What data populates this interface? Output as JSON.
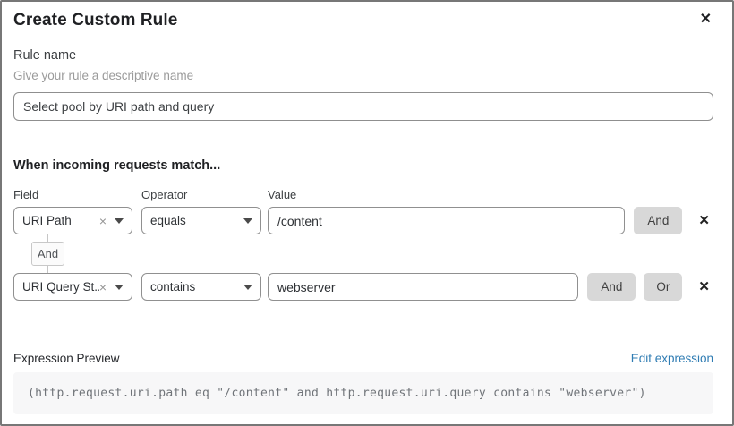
{
  "dialog": {
    "title": "Create Custom Rule"
  },
  "icons": {
    "close": "✕",
    "remove": "✕",
    "clear": "×"
  },
  "rule_name": {
    "label": "Rule name",
    "hint": "Give your rule a descriptive name",
    "value": "Select pool by URI path and query"
  },
  "match_section": {
    "heading": "When incoming requests match...",
    "columns": {
      "field": "Field",
      "operator": "Operator",
      "value": "Value"
    },
    "connector_label": "And",
    "rows": [
      {
        "field": "URI Path",
        "operator": "equals",
        "value": "/content",
        "and_label": "And"
      },
      {
        "field": "URI Query St...",
        "operator": "contains",
        "value": "webserver",
        "and_label": "And",
        "or_label": "Or"
      }
    ]
  },
  "expression_preview": {
    "label": "Expression Preview",
    "edit_link": "Edit expression",
    "expression": "(http.request.uri.path eq \"/content\" and http.request.uri.query contains \"webserver\")"
  },
  "colors": {
    "link_blue": "#2f7cb3",
    "button_gray": "#d8d8d8",
    "border_gray": "#909090",
    "code_bg": "#f7f7f8"
  }
}
